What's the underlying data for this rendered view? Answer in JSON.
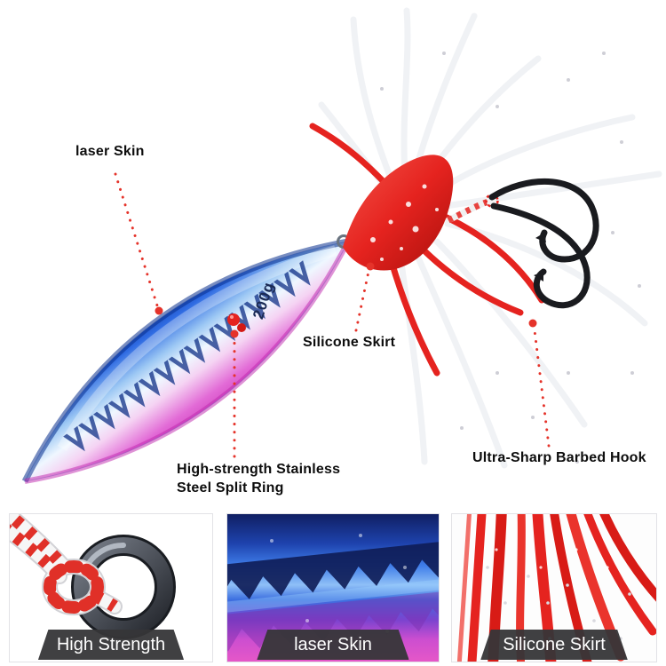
{
  "product": {
    "weight_label": "200g"
  },
  "callouts": {
    "laser_skin": {
      "label": "laser Skin"
    },
    "silicone_skirt": {
      "label": "Silicone Skirt"
    },
    "split_ring": {
      "line1": "High-strength Stainless",
      "line2": "Steel Split Ring"
    },
    "barbed_hook": {
      "label": "Ultra-Sharp Barbed Hook"
    }
  },
  "thumbnails": [
    {
      "caption": "High Strength"
    },
    {
      "caption": "laser Skin"
    },
    {
      "caption": "Silicone Skirt"
    }
  ],
  "colors": {
    "callout_line": "#e5332a",
    "label_text": "#0d0d0d",
    "caption_bar": "#363638",
    "caption_text": "#ffffff",
    "jig_blue": "#2e6ae2",
    "jig_silver": "#eff7ff",
    "jig_pink": "#cb3cba",
    "skirt_red": "#e5231f",
    "hook_black": "#1a1b1f"
  }
}
